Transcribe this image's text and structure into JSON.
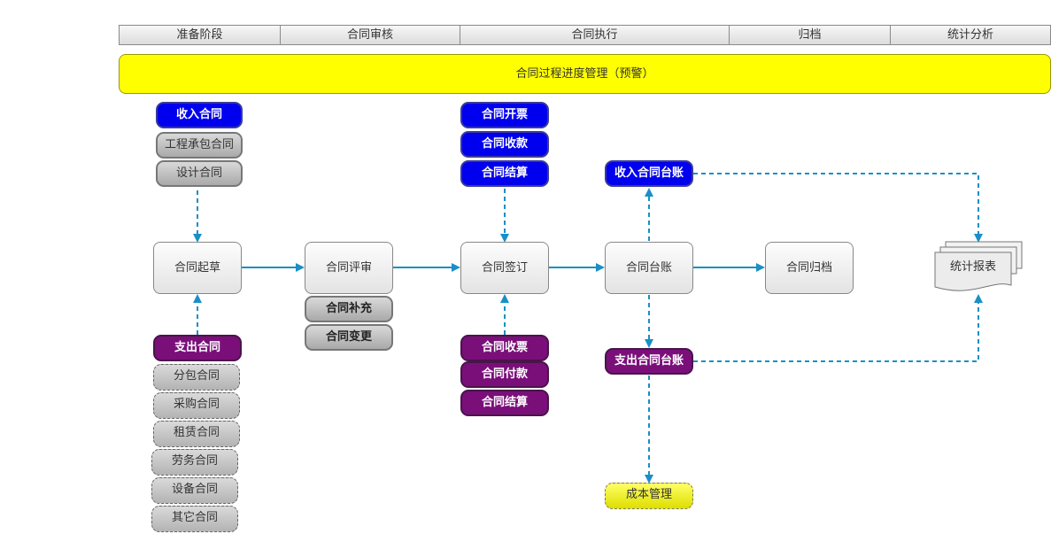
{
  "stages": [
    "准备阶段",
    "合同审核",
    "合同执行",
    "归档",
    "统计分析"
  ],
  "banner": "合同过程进度管理（预警）",
  "nodes": {
    "draft": "合同起草",
    "review": "合同评审",
    "sign": "合同签订",
    "ledger": "合同台账",
    "archive": "合同归档",
    "report": "统计报表"
  },
  "income": {
    "title": "收入合同",
    "items": [
      "工程承包合同",
      "设计合同"
    ]
  },
  "review_items": [
    "合同补充",
    "合同变更"
  ],
  "execution_income": [
    "合同开票",
    "合同收款",
    "合同结算"
  ],
  "execution_expense": [
    "合同收票",
    "合同付款",
    "合同结算"
  ],
  "ledgers": {
    "income": "收入合同台账",
    "expense": "支出合同台账"
  },
  "expense": {
    "title": "支出合同",
    "items": [
      "分包合同",
      "采购合同",
      "租赁合同",
      "劳务合同",
      "设备合同",
      "其它合同"
    ]
  },
  "cost": "成本管理",
  "colors": {
    "banner": "#ffff00",
    "income": "#0000ee",
    "expense": "#7a0f7a",
    "connector": "#1a8fc6"
  }
}
